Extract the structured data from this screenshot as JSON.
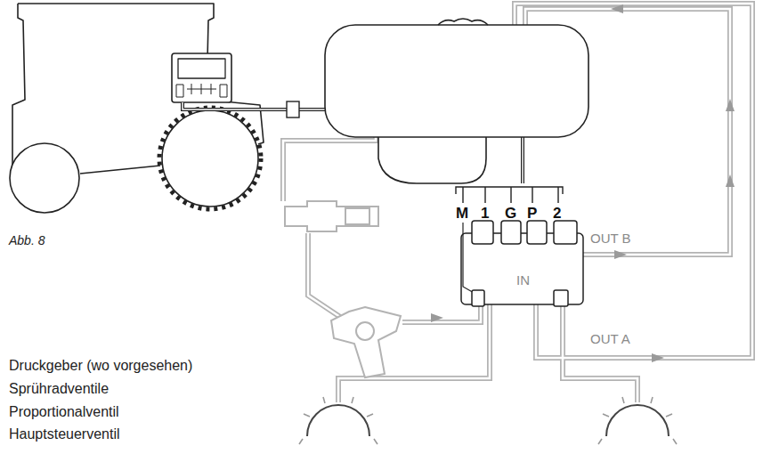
{
  "diagram": {
    "labels": [
      "Abb. 8",
      "M",
      "1",
      "G",
      "P",
      "2",
      "OUT B",
      "IN",
      "OUT A",
      "Druckgeber (wo vorgesehen)",
      "Sprühradventile",
      "Proportionalventil",
      "Hauptsteuerventil"
    ]
  }
}
